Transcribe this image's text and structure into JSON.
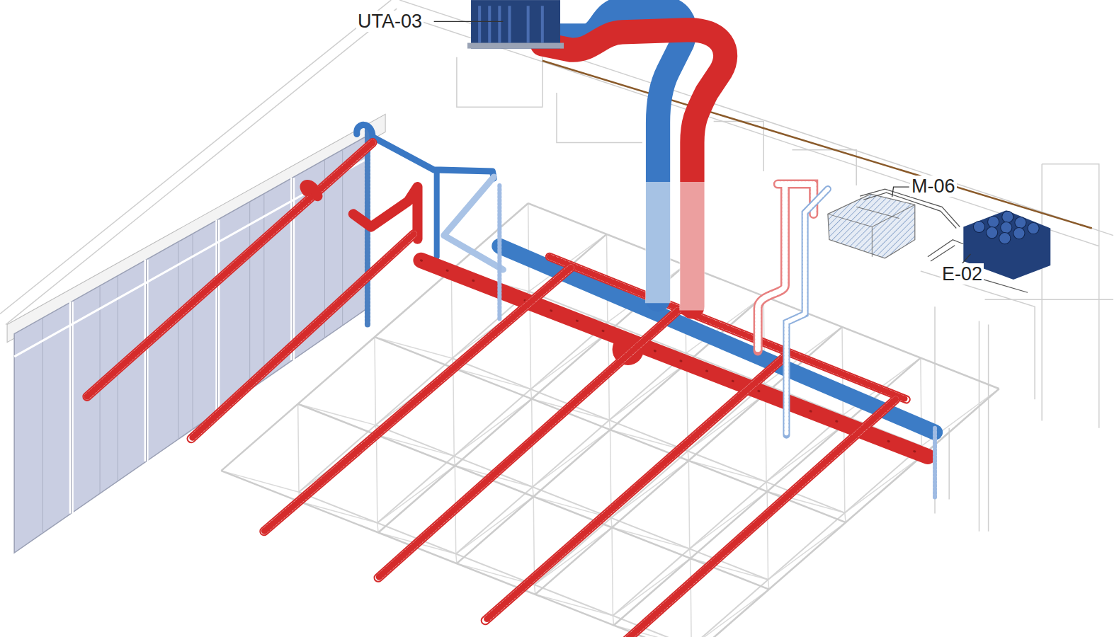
{
  "diagram": {
    "labels": [
      "UTA-03",
      "M-06",
      "E-02"
    ]
  }
}
